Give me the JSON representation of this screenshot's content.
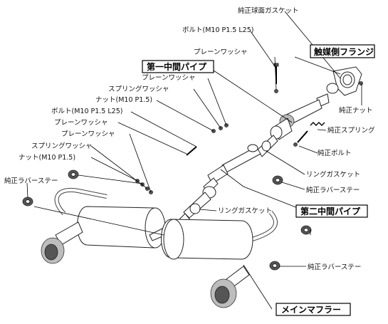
{
  "labels": {
    "gasket_ball": "純正球面ガスケット",
    "bolt_top": "ボルト(M10 P1.5 L25)",
    "plain_washer_1": "プレーンワッシャ",
    "catalyst_flange": "触媒側フランジ",
    "first_pipe": "第一中間パイプ",
    "plain_washer_2": "プレーンワッシャ",
    "spring_washer_1": "スプリングワッシャ",
    "nut_1": "ナット(M10 P1.5)",
    "genuine_nut": "純正ナット",
    "bolt_mid": "ボルト(M10 P1.5 L25)",
    "plain_washer_3": "プレーンワッシャ",
    "genuine_spring": "純正スプリング",
    "plain_washer_4": "プレーンワッシャ",
    "genuine_bolt": "純正ボルト",
    "spring_washer_2": "スプリングワッシャ",
    "nut_2": "ナット(M10 P1.5)",
    "ring_gasket_1": "リングガスケット",
    "rubber_stay_left": "純正ラバーステー",
    "rubber_stay_mid": "純正ラバーステー",
    "ring_gasket_2": "リングガスケット",
    "second_pipe": "第二中間パイプ",
    "rubber_stay_right": "純正ラバーステー",
    "main_muffler": "メインマフラー"
  }
}
